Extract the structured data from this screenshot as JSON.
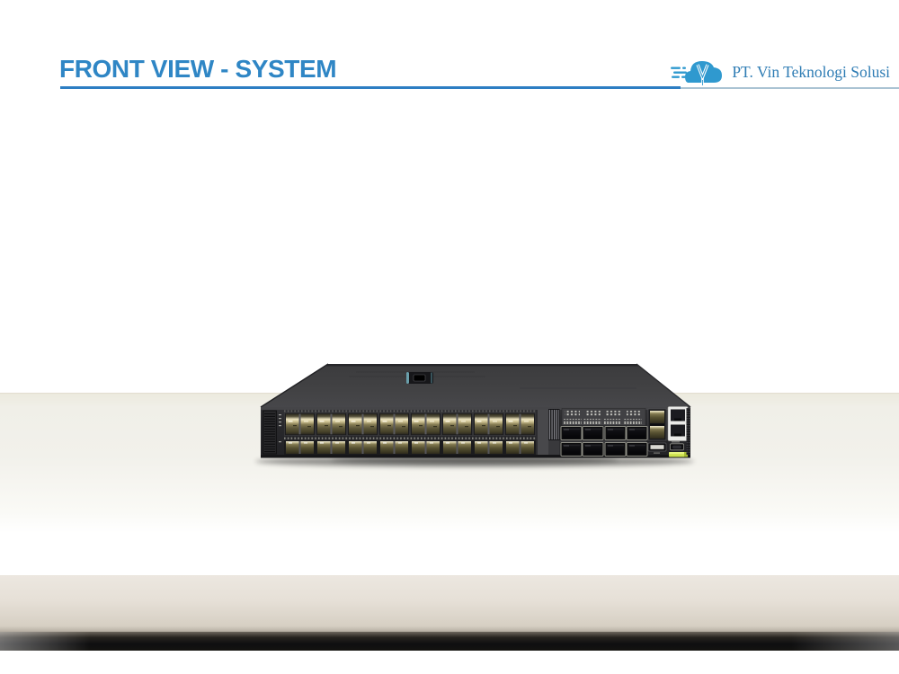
{
  "slide": {
    "title": "FRONT VIEW - SYSTEM",
    "colors": {
      "title": "#2f86c5",
      "title_rule": "#2d7ec3",
      "logo_rule": "#aac3d3",
      "background": "#ffffff",
      "backdrop_band_light": "#f0efe8",
      "backdrop_band_beige": "#e6e0d7",
      "backdrop_band_dark": "#141310"
    }
  },
  "logo": {
    "company": "PT. Vin Teknologi Solusi",
    "icon": "cloud-v-logo",
    "cloud_color": "#2f99cf",
    "text_color": "#2e7cb4"
  },
  "device": {
    "kind": "rackmount-network-switch-front-view",
    "ports": {
      "sfp_cage_blocks": 8,
      "sfp_rows": 2,
      "qsfp_columns": 4,
      "qsfp_rows": 2,
      "combo_sfp_ports": 2,
      "rj45_ports": 2,
      "usb_ports": 1,
      "console_ports": 1
    },
    "colors": {
      "chassis_front": "#29292c",
      "chassis_top": "#424244",
      "port_cage_gold": "#8d8256",
      "rj45_bezel": "#ebebe9",
      "status_strip": "#cde24e",
      "badge_accent": "#79b7c6"
    }
  }
}
